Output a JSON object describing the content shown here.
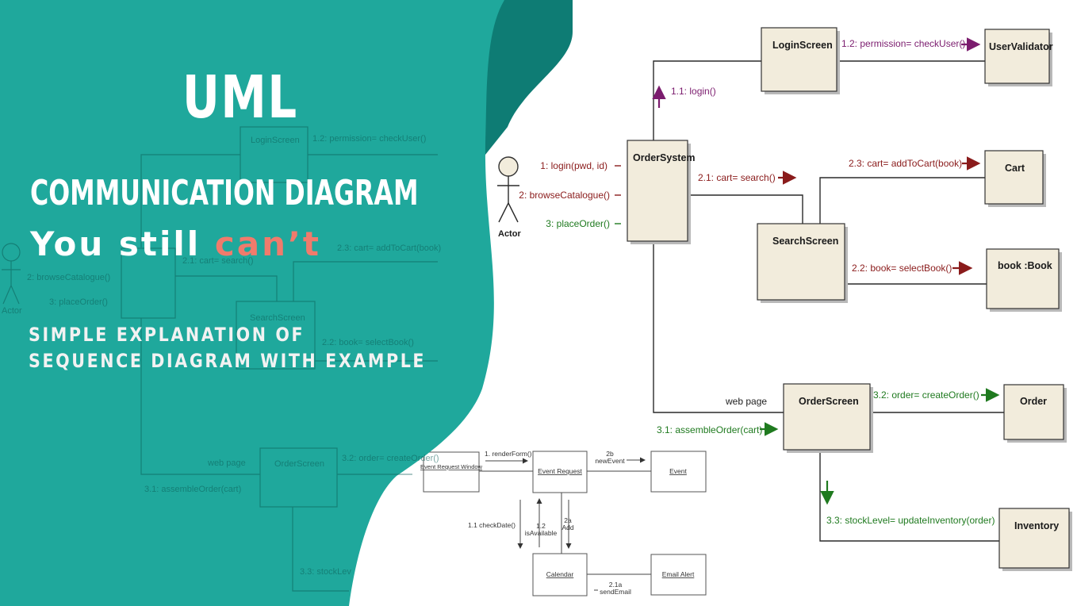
{
  "hero": {
    "title": "UML",
    "heading": "COMMUNICATION DIAGRAM",
    "tagline_prefix": "You still ",
    "tagline_highlight": "can’t",
    "subtitle_line1": "SIMPLE EXPLANATION OF",
    "subtitle_line2": "SEQUENCE DIAGRAM WITH EXAMPLE",
    "colors": {
      "teal": "#1fa89c",
      "dark_teal": "#0e7c74",
      "highlight": "#f07b6c"
    }
  },
  "diagram": {
    "actor": "Actor",
    "objects": {
      "order_system": "OrderSystem",
      "login_screen": "LoginScreen",
      "user_validator": "UserValidator",
      "cart": "Cart",
      "search_screen": "SearchScreen",
      "book": "book :Book",
      "order_screen": "OrderScreen",
      "order": "Order",
      "inventory": "Inventory"
    },
    "messages": {
      "m1": "1: login(pwd, id)",
      "m2": "2: browseCatalogue()",
      "m3": "3: placeOrder()",
      "m11": "1.1: login()",
      "m12": "1.2:  permission= checkUser()",
      "m21": "2.1:  cart= search()",
      "m23": "2.3:  cart= addToCart(book)",
      "m22": "2.2:  book= selectBook()",
      "web_page": "web page",
      "m31": "3.1:  assembleOrder(cart)",
      "m32": "3.2:  order= createOrder()",
      "m33": "3.3:  stockLevel= updateInventory(order)"
    }
  },
  "small_diagram": {
    "objects": {
      "event_request_window": "Event Request Window",
      "event_request": "Event Request",
      "event": "Event",
      "calendar": "Calendar",
      "email_alert": "Email Alert"
    },
    "messages": {
      "render_form": "1. renderForm()",
      "new_event_num": "2b",
      "new_event": "newEvent",
      "check_date": "1.1 checkDate()",
      "is_available_num": "1.2",
      "is_available": "isAvailable",
      "add_num": "2a",
      "add": "Add",
      "send_email_num": "2.1a",
      "send_email": "sendEmail"
    }
  },
  "ghost": {
    "login_screen": "LoginScreen",
    "permission": "1.2:  permission= checkUser()",
    "cart_search": "2.1:  cart= search()",
    "add_to_cart": "2.3:  cart= addToCart(book)",
    "browse": "2: browseCatalogue()",
    "place_order": "3: placeOrder()",
    "actor": "Actor",
    "search_screen": "SearchScreen",
    "select_book": "2.2:  book= selectBook()",
    "web_page": "web page",
    "order_screen": "OrderScreen",
    "create_order": "3.2:  order= createOrder()",
    "assemble": "3.1:  assembleOrder(cart)",
    "stock": "3.3:  stockLev"
  }
}
